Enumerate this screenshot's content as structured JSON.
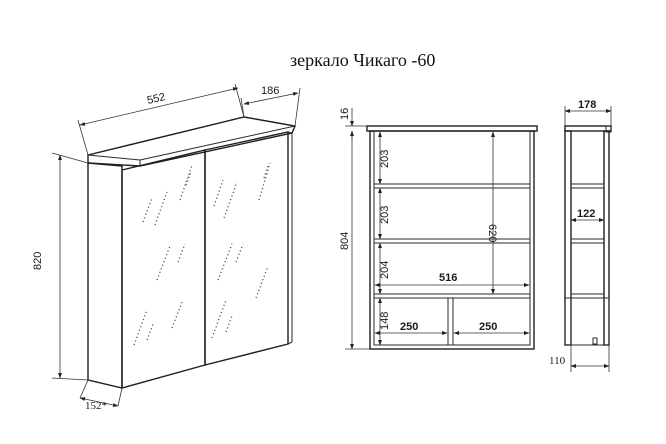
{
  "title": "зеркало Чикаго -60",
  "iso_view": {
    "width": "552",
    "depth": "186",
    "height": "820",
    "door_depth": "152*"
  },
  "front_view": {
    "top_gap": "16",
    "total_height": "804",
    "shelf_1": "203",
    "shelf_2": "203",
    "shelf_3": "204",
    "bottom_section": "148",
    "inner_height": "620",
    "inner_width": "516",
    "left_compartment": "250",
    "right_compartment": "250"
  },
  "side_view": {
    "depth": "178",
    "shelf_depth": "122",
    "bottom_depth": "110"
  },
  "colors": {
    "line": "#2a2a2a",
    "background": "#ffffff"
  }
}
